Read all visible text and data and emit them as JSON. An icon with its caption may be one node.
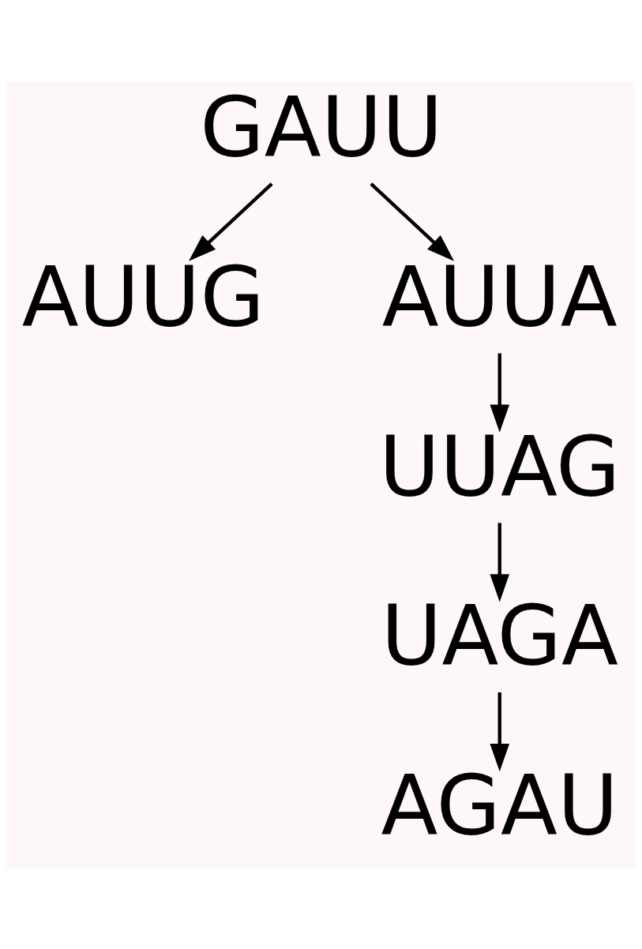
{
  "diagram": {
    "nodes": [
      {
        "text": [
          "GAUU"
        ]
      },
      {
        "text": [
          "AUUG"
        ]
      },
      {
        "text": [
          "AUUA"
        ]
      },
      {
        "text": [
          "UUAG"
        ]
      },
      {
        "text": [
          "UAGA"
        ]
      },
      {
        "text": [
          "AGAU"
        ]
      }
    ],
    "edges": [
      {
        "from": 0,
        "to": 1,
        "arrow": "to"
      },
      {
        "from": 0,
        "to": 2,
        "arrow": "to"
      },
      {
        "from": 2,
        "to": 3,
        "arrow": "to"
      },
      {
        "from": 3,
        "to": 4,
        "arrow": "to"
      },
      {
        "from": 4,
        "to": 5,
        "arrow": "to"
      }
    ]
  }
}
